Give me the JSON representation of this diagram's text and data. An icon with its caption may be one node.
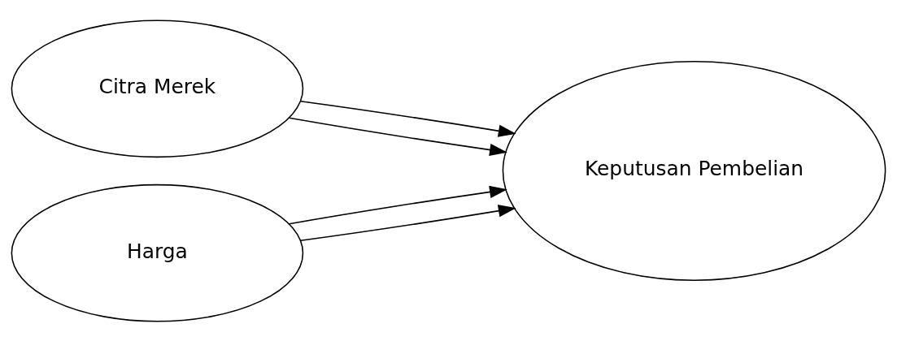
{
  "diagram": {
    "nodes": [
      {
        "text": [
          "Citra Merek"
        ]
      },
      {
        "text": [
          "Harga"
        ]
      },
      {
        "text": [
          "Keputusan Pembelian"
        ]
      }
    ],
    "edges": [
      {
        "from": 0,
        "to": 2,
        "arrow": "to"
      },
      {
        "from": 0,
        "to": 2,
        "arrow": "to"
      },
      {
        "from": 1,
        "to": 2,
        "arrow": "to"
      },
      {
        "from": 1,
        "to": 2,
        "arrow": "to"
      }
    ]
  }
}
